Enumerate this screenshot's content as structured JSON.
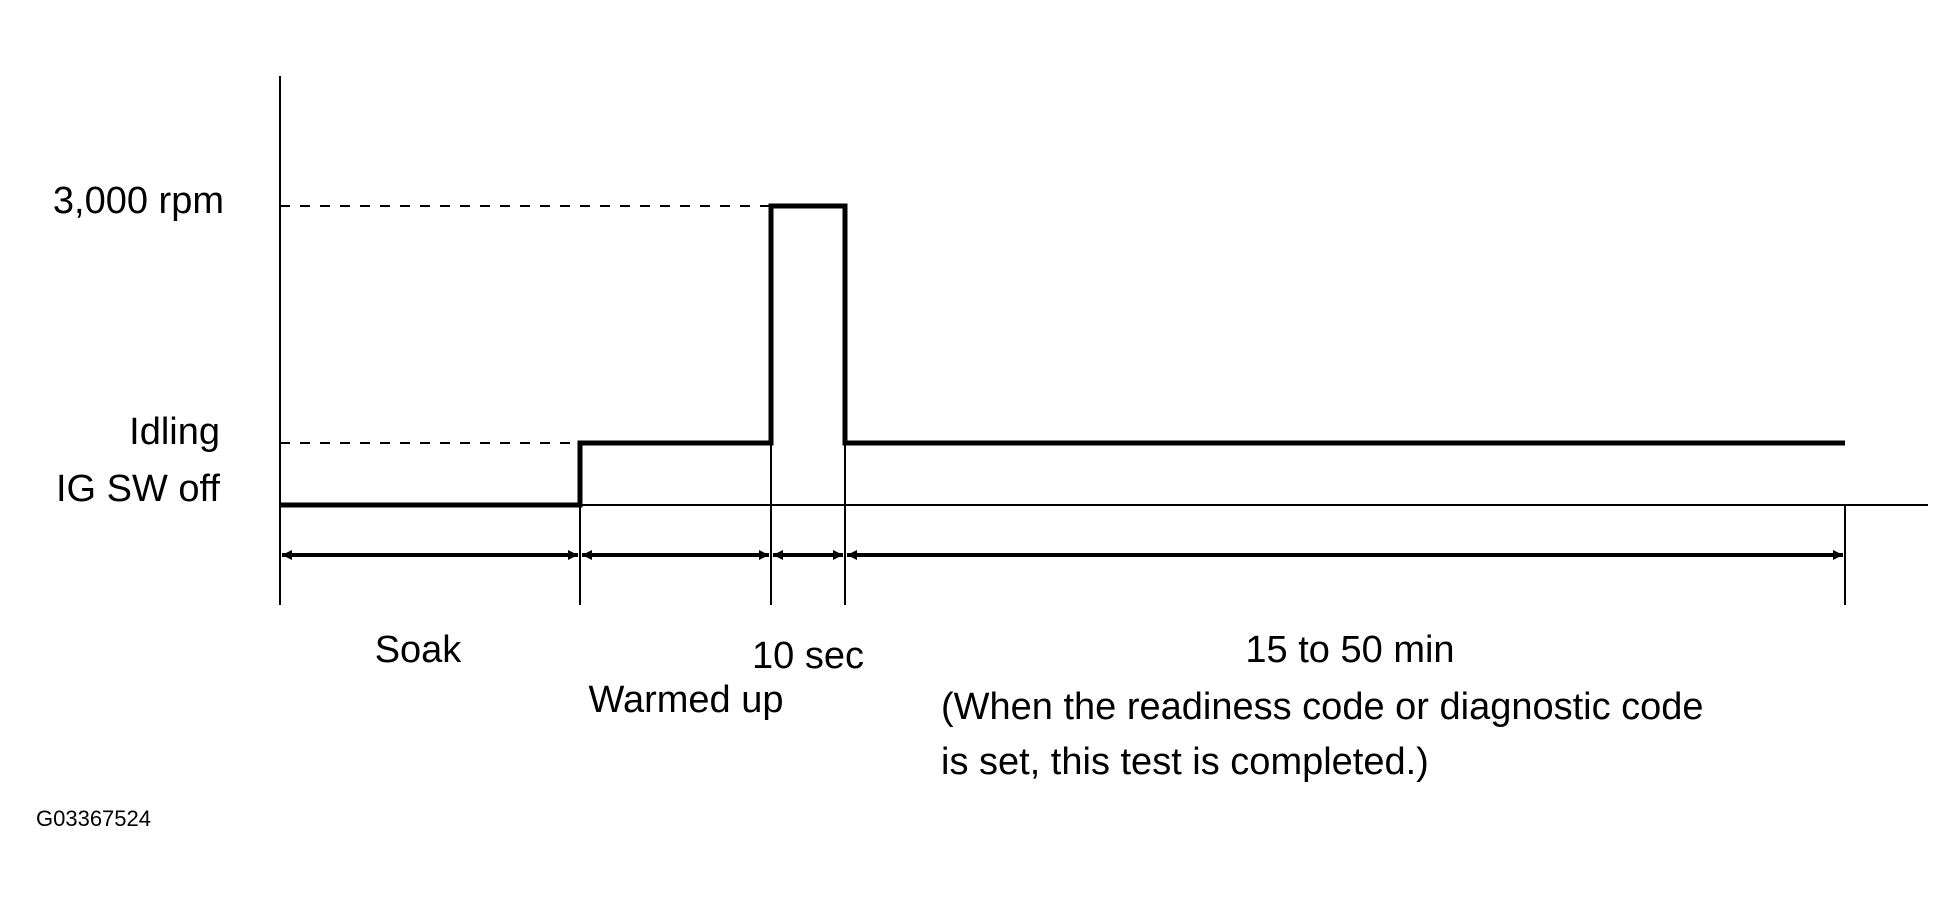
{
  "levels": {
    "high": "3,000 rpm",
    "idle": "Idling",
    "off": "IG SW off"
  },
  "phases": {
    "soak": "Soak",
    "warmed": "Warmed up",
    "pulse": "10 sec",
    "test": "15 to 50 min",
    "note_line1": "(When the readiness code or diagnostic code",
    "note_line2": "is set, this test is completed.)"
  },
  "figure_code": "G03367524",
  "colors": {
    "line": "#000000",
    "background": "#ffffff"
  }
}
